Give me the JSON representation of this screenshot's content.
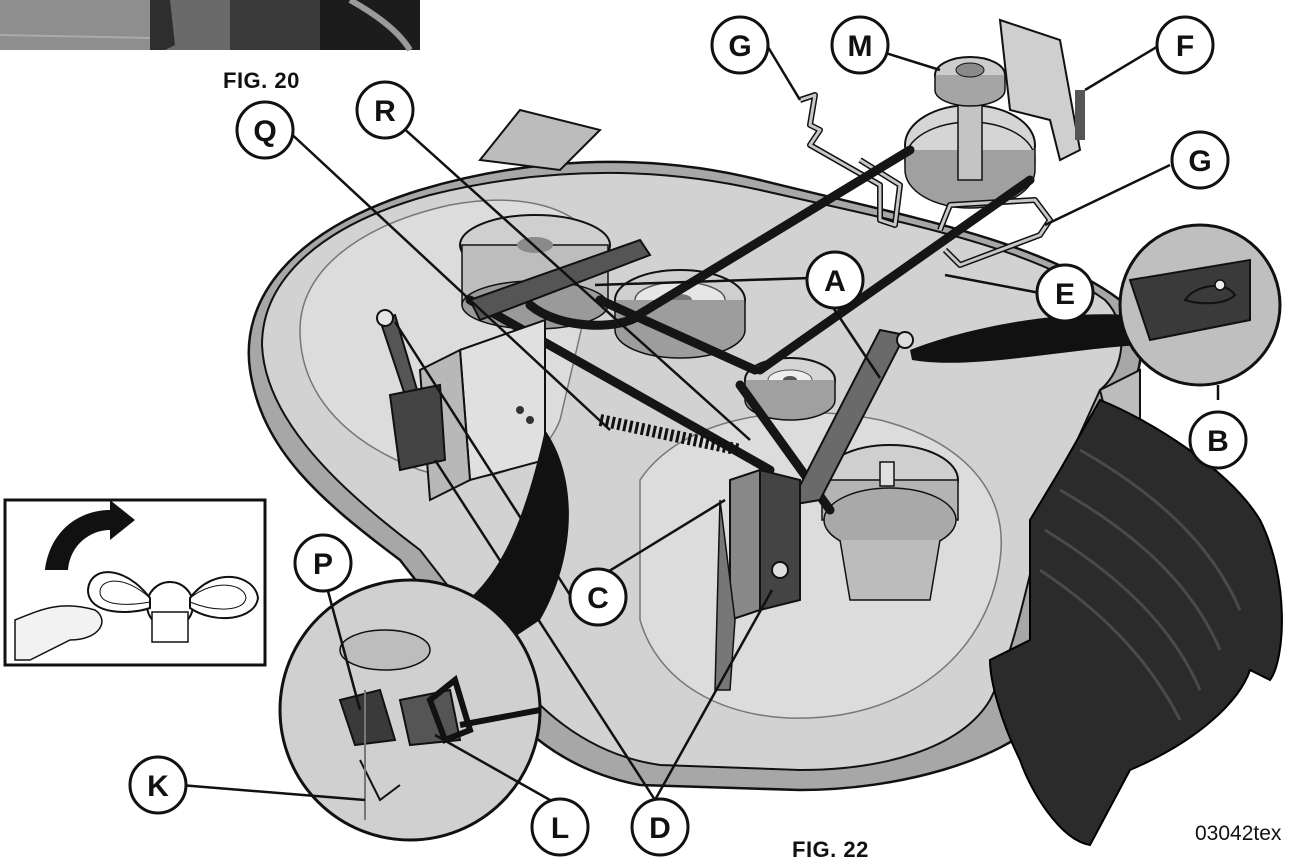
{
  "figures": {
    "top_caption": "FIG. 20",
    "bottom_caption": "FIG. 22",
    "drawing_code": "03042tex"
  },
  "callouts": {
    "G1": "G",
    "M": "M",
    "F": "F",
    "G2": "G",
    "R": "R",
    "Q": "Q",
    "A": "A",
    "E": "E",
    "B": "B",
    "C": "C",
    "P": "P",
    "K": "K",
    "L": "L",
    "D": "D"
  },
  "colors": {
    "line": "#111111",
    "deck": "#c9c9c9",
    "deck_shadow": "#9a9a9a",
    "chute": "#2b2b2b",
    "belt": "#151515"
  }
}
